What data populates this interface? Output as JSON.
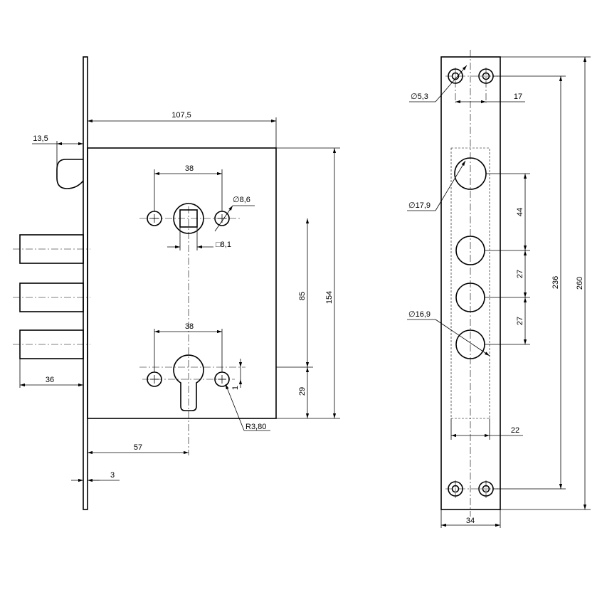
{
  "drawing": {
    "left_view": {
      "dims": {
        "d107_5": "107,5",
        "d13_5": "13,5",
        "d38_top": "38",
        "d8_6": "8,6",
        "d8_1": "8,1",
        "d85": "85",
        "d154": "154",
        "d38_bottom": "38",
        "d1": "1",
        "d29": "29",
        "d36": "36",
        "r3_80": "R3,80",
        "d57": "57",
        "d3": "3"
      }
    },
    "right_view": {
      "dims": {
        "d5_3": "5,3",
        "d17": "17",
        "d17_9": "17,9",
        "d44": "44",
        "d27_a": "27",
        "d27_b": "27",
        "d16_9": "16,9",
        "d236": "236",
        "d260": "260",
        "d22": "22",
        "d34": "34"
      }
    },
    "symbols": {
      "diameter": "∅",
      "square": "□"
    }
  }
}
